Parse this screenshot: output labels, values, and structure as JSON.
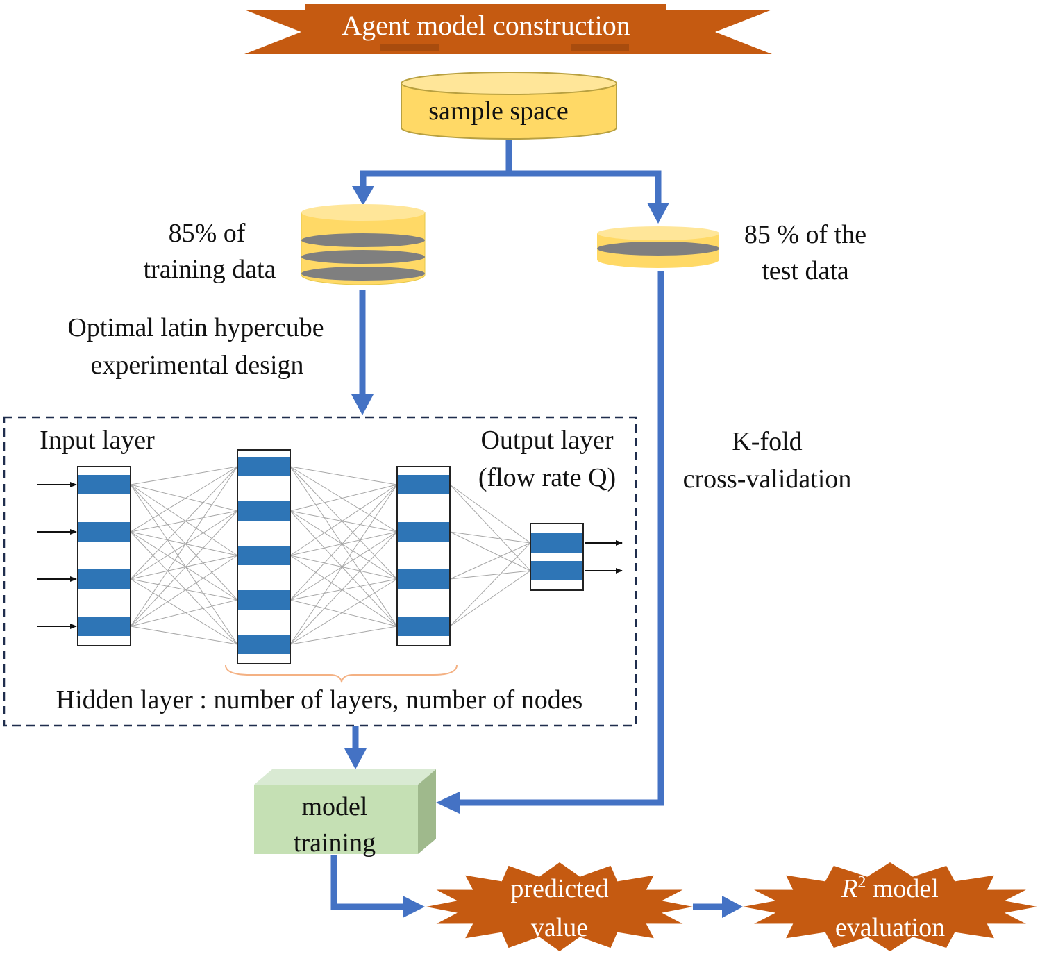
{
  "banner": {
    "title": "Agent model construction",
    "color": "#c55a11"
  },
  "sample_space": {
    "label": "sample space",
    "color": "#ffd966"
  },
  "training_data": {
    "line1": "85% of",
    "line2": "training data"
  },
  "test_data": {
    "line1": "85 % of the",
    "line2": "test data"
  },
  "design_method": {
    "line1": "Optimal latin hypercube",
    "line2": "experimental design"
  },
  "network": {
    "input_label": "Input layer",
    "output_label_line1": "Output layer",
    "output_label_line2": "(flow rate Q)",
    "hidden_label": "Hidden layer : number of layers, number of nodes",
    "node_color": "#2e75b6"
  },
  "kfold": {
    "line1": "K-fold",
    "line2": "cross-validation"
  },
  "training_box": {
    "line1": "model",
    "line2": "training",
    "color": "#c5e0b4"
  },
  "predicted": {
    "line1": "predicted",
    "line2": "value"
  },
  "evaluation": {
    "r_symbol": "R",
    "superscript": "2",
    "line1_rest": " model",
    "line2": "evaluation"
  },
  "arrow_color": "#4472c4"
}
